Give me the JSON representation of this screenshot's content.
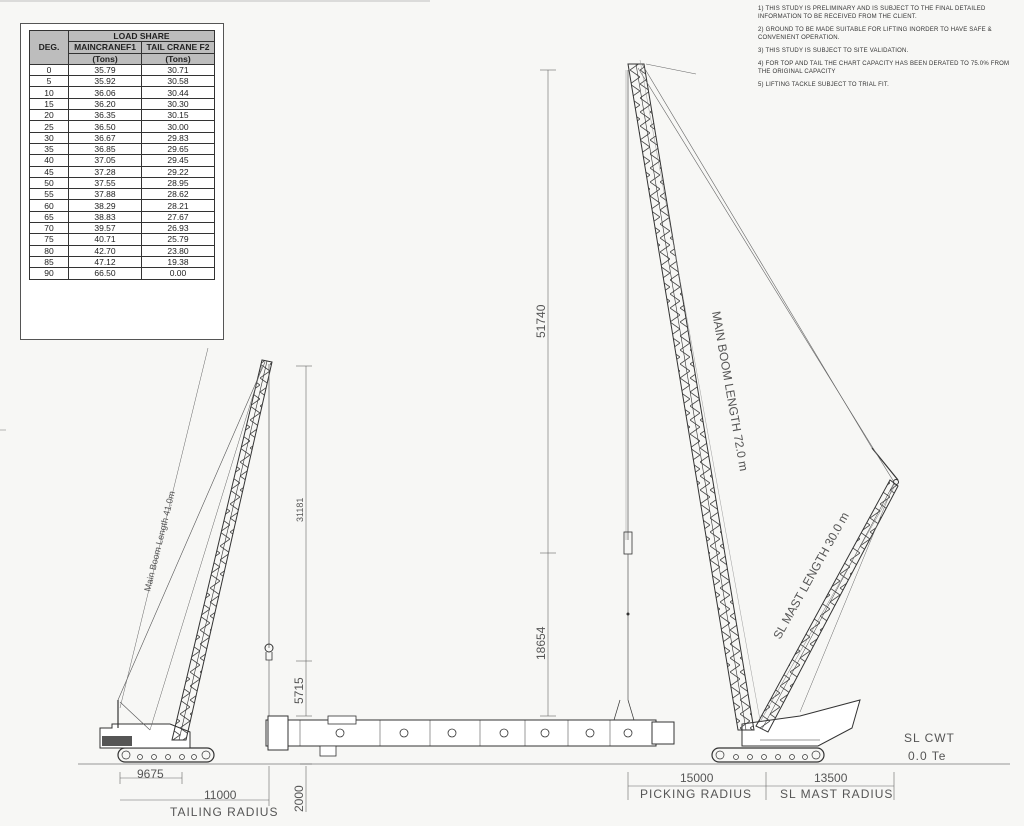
{
  "load_share": {
    "title": "LOAD SHARE",
    "deg_header": "DEG.",
    "col1_header": "MAINCRANEF1",
    "col2_header": "TAIL CRANE F2",
    "unit1": "(Tons)",
    "unit2": "(Tons)",
    "rows": [
      {
        "deg": "0",
        "main": "35.79",
        "tail": "30.71"
      },
      {
        "deg": "5",
        "main": "35.92",
        "tail": "30.58"
      },
      {
        "deg": "10",
        "main": "36.06",
        "tail": "30.44"
      },
      {
        "deg": "15",
        "main": "36.20",
        "tail": "30.30"
      },
      {
        "deg": "20",
        "main": "36.35",
        "tail": "30.15"
      },
      {
        "deg": "25",
        "main": "36.50",
        "tail": "30.00"
      },
      {
        "deg": "30",
        "main": "36.67",
        "tail": "29.83"
      },
      {
        "deg": "35",
        "main": "36.85",
        "tail": "29.65"
      },
      {
        "deg": "40",
        "main": "37.05",
        "tail": "29.45"
      },
      {
        "deg": "45",
        "main": "37.28",
        "tail": "29.22"
      },
      {
        "deg": "50",
        "main": "37.55",
        "tail": "28.95"
      },
      {
        "deg": "55",
        "main": "37.88",
        "tail": "28.62"
      },
      {
        "deg": "60",
        "main": "38.29",
        "tail": "28.21"
      },
      {
        "deg": "65",
        "main": "38.83",
        "tail": "27.67"
      },
      {
        "deg": "70",
        "main": "39.57",
        "tail": "26.93"
      },
      {
        "deg": "75",
        "main": "40.71",
        "tail": "25.79"
      },
      {
        "deg": "80",
        "main": "42.70",
        "tail": "23.80"
      },
      {
        "deg": "85",
        "main": "47.12",
        "tail": "19.38"
      },
      {
        "deg": "90",
        "main": "66.50",
        "tail": "0.00"
      }
    ]
  },
  "notes": [
    "1)  THIS STUDY IS PRELIMINARY AND IS SUBJECT TO THE FINAL DETAILED INFORMATION TO BE RECEIVED FROM THE CLIENT.",
    "2)  GROUND TO BE MADE SUITABLE FOR LIFTING INORDER TO HAVE SAFE & CONVENIENT OPERATION.",
    "3)  THIS STUDY IS SUBJECT TO SITE VALIDATION.",
    "4)  FOR TOP AND TAIL THE CHART CAPACITY HAS BEEN DERATED TO 75.0% FROM THE ORIGINAL CAPACITY",
    "5)  LIFTING TACKLE SUBJECT TO TRIAL FIT."
  ],
  "labels": {
    "tail_boom": "Main Boom Length 41.0m",
    "main_boom": "MAIN BOOM LENGTH 72.0 m",
    "sl_mast": "SL MAST LENGTH 30.0 m",
    "dim_31181": "31181",
    "dim_5715": "5715",
    "dim_2000": "2000",
    "dim_51740": "51740",
    "dim_18654": "18654",
    "dim_9675": "9675",
    "dim_11000": "11000",
    "tailing_radius": "TAILING RADIUS",
    "dim_15000": "15000",
    "picking_radius": "PICKING RADIUS",
    "dim_13500": "13500",
    "sl_mast_radius": "SL MAST RADIUS",
    "sl_cwt": "SL CWT",
    "sl_cwt_value": "0.0 Te"
  }
}
